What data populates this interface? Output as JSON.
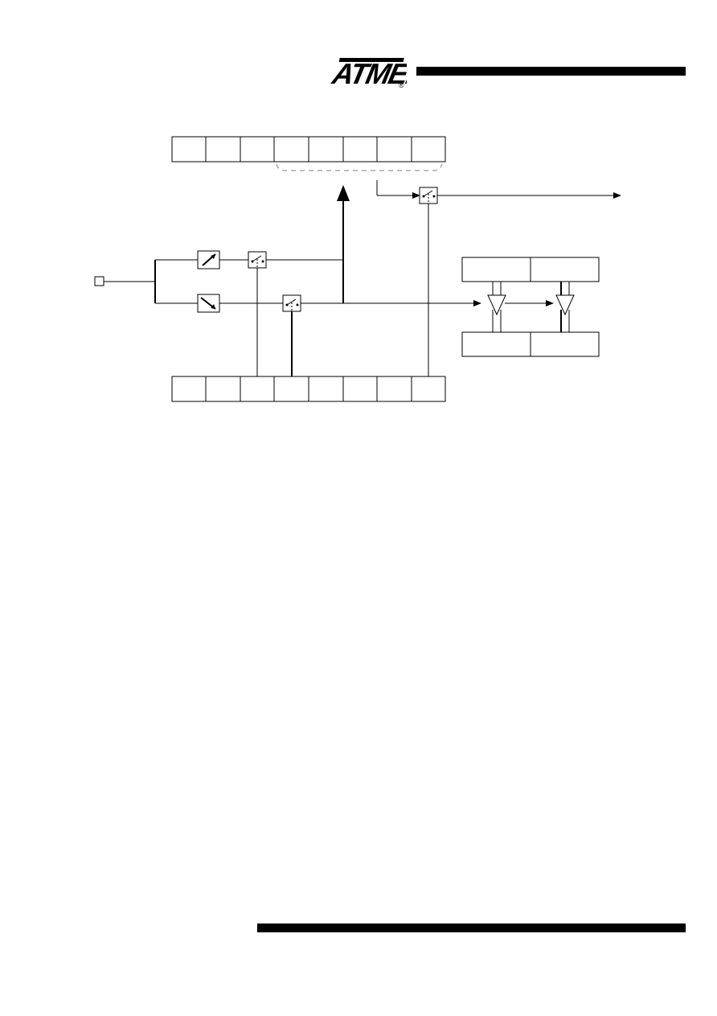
{
  "header": {
    "logo": {
      "text": "ATMEL",
      "mark": "®"
    }
  },
  "diagram": {
    "top_register": {
      "bits": 8
    },
    "bottom_register": {
      "bits": 8
    },
    "right_upper_register": {
      "cells": 2
    },
    "right_lower_register": {
      "cells": 2
    },
    "rising_edge_detector": {
      "icon": "rising-edge-icon"
    },
    "falling_edge_detector": {
      "icon": "falling-edge-icon"
    },
    "switches": [
      "switch-rising",
      "switch-falling",
      "switch-output"
    ],
    "buffers": 2,
    "input_pin": {
      "icon": "pin-square"
    }
  }
}
